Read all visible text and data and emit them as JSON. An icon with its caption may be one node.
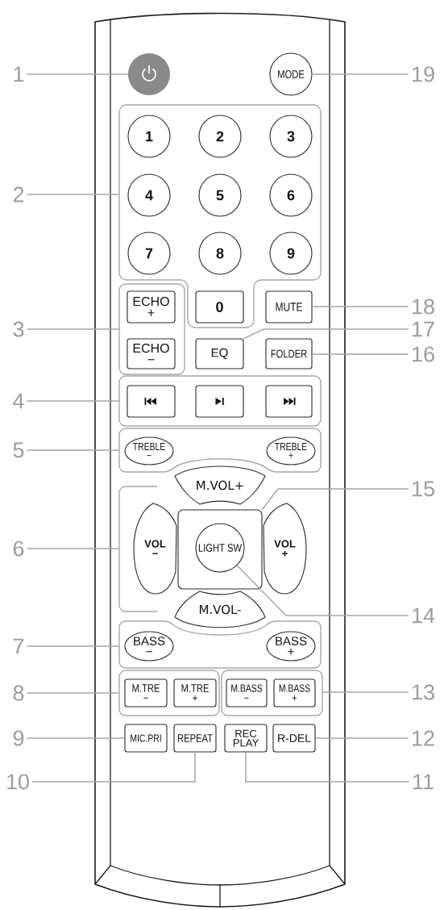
{
  "diagram": {
    "nodes": [
      {
        "text": [
          "1"
        ]
      },
      {
        "text": [],
        "shape": "circle"
      },
      {
        "text": [
          "MODE"
        ]
      },
      {
        "text": [
          "19"
        ]
      },
      {
        "text": [
          "2"
        ]
      },
      {
        "text": [],
        "shape": "box"
      },
      {
        "text": [
          "1"
        ],
        "in": 5
      },
      {
        "text": [
          "2"
        ],
        "in": 5
      },
      {
        "text": [
          "3"
        ],
        "in": 5
      },
      {
        "text": [
          "4"
        ],
        "in": 5
      },
      {
        "text": [
          "5"
        ],
        "in": 5
      },
      {
        "text": [
          "6"
        ],
        "in": 5
      },
      {
        "text": [
          "7"
        ],
        "in": 5
      },
      {
        "text": [
          "8"
        ],
        "in": 5
      },
      {
        "text": [
          "9"
        ],
        "in": 5
      },
      {
        "text": [
          "3"
        ]
      },
      {
        "text": [],
        "shape": "box"
      },
      {
        "text": [
          "ECHO +"
        ],
        "in": 16
      },
      {
        "text": [
          "0"
        ],
        "in": 5
      },
      {
        "text": [
          "MUTE"
        ]
      },
      {
        "text": [
          "18"
        ]
      },
      {
        "text": [
          "ECHO −"
        ],
        "in": 16
      },
      {
        "text": [
          "17"
        ]
      },
      {
        "text": [
          "EQ"
        ]
      },
      {
        "text": [
          "FOLDER"
        ]
      },
      {
        "text": [
          "16"
        ]
      },
      {
        "text": [
          "4"
        ]
      },
      {
        "text": [],
        "shape": "box"
      },
      {
        "text": [],
        "shape": "box",
        "in": 27
      },
      {
        "text": [],
        "shape": "box",
        "in": 27
      },
      {
        "text": [],
        "shape": "box",
        "in": 27
      },
      {
        "text": [
          "5"
        ]
      },
      {
        "text": [],
        "shape": "box"
      },
      {
        "text": [
          "TREBLE −"
        ],
        "in": 32
      },
      {
        "text": [
          "TREBLE +"
        ],
        "in": 32
      },
      {
        "text": [
          "M.VOL+"
        ]
      },
      {
        "text": [
          "15"
        ]
      },
      {
        "text": [
          "6"
        ]
      },
      {
        "text": [],
        "shape": "box"
      },
      {
        "text": [
          "VOL −"
        ]
      },
      {
        "text": [],
        "shape": "box"
      },
      {
        "text": [
          "LIGHT SW"
        ],
        "in": 40
      },
      {
        "text": [
          "VOL +"
        ]
      },
      {
        "text": [
          "14"
        ]
      },
      {
        "text": [
          "M.VOL-"
        ]
      },
      {
        "text": [
          "7"
        ]
      },
      {
        "text": [],
        "shape": "box"
      },
      {
        "text": [
          "BASS −"
        ],
        "in": 46
      },
      {
        "text": [
          "BASS +"
        ],
        "in": 46
      },
      {
        "text": [
          "8"
        ]
      },
      {
        "text": [],
        "shape": "box"
      },
      {
        "text": [
          "M.TRE −"
        ],
        "in": 50
      },
      {
        "text": [
          "M.TRE +"
        ],
        "in": 50
      },
      {
        "text": [],
        "shape": "box"
      },
      {
        "text": [
          "M.BASS −"
        ],
        "in": 53
      },
      {
        "text": [
          "M.BASS +"
        ],
        "in": 53
      },
      {
        "text": [
          "13"
        ]
      },
      {
        "text": [
          "9"
        ]
      },
      {
        "text": [
          "MIC.PRI"
        ]
      },
      {
        "text": [
          "REPEAT"
        ]
      },
      {
        "text": [
          "REC PLAY"
        ]
      },
      {
        "text": [
          "R-DEL"
        ]
      },
      {
        "text": [
          "12"
        ]
      },
      {
        "text": [
          "10"
        ]
      },
      {
        "text": [
          "11"
        ]
      }
    ],
    "edges": [
      {
        "from": 0,
        "to": 1,
        "arrow": "none"
      },
      {
        "from": 4,
        "to": 5,
        "arrow": "none"
      },
      {
        "from": 15,
        "to": 16,
        "arrow": "none"
      },
      {
        "from": 26,
        "to": 27,
        "arrow": "none"
      },
      {
        "from": 31,
        "to": 32,
        "arrow": "none"
      },
      {
        "from": 37,
        "to": 38,
        "arrow": "none"
      },
      {
        "from": 45,
        "to": 46,
        "arrow": "none"
      },
      {
        "from": 49,
        "to": 50,
        "arrow": "none"
      },
      {
        "from": 57,
        "to": 58,
        "arrow": "none"
      },
      {
        "from": 63,
        "to": 59,
        "arrow": "none"
      },
      {
        "from": 64,
        "to": 60,
        "arrow": "none"
      },
      {
        "from": 62,
        "to": 61,
        "arrow": "none"
      },
      {
        "from": 56,
        "to": 53,
        "arrow": "none"
      },
      {
        "from": 43,
        "to": 41,
        "arrow": "none"
      },
      {
        "from": 36,
        "to": 40,
        "arrow": "none"
      },
      {
        "from": 25,
        "to": 24,
        "arrow": "none"
      },
      {
        "from": 22,
        "to": 23,
        "arrow": "none"
      },
      {
        "from": 20,
        "to": 19,
        "arrow": "none"
      },
      {
        "from": 3,
        "to": 2,
        "arrow": "none"
      }
    ]
  }
}
